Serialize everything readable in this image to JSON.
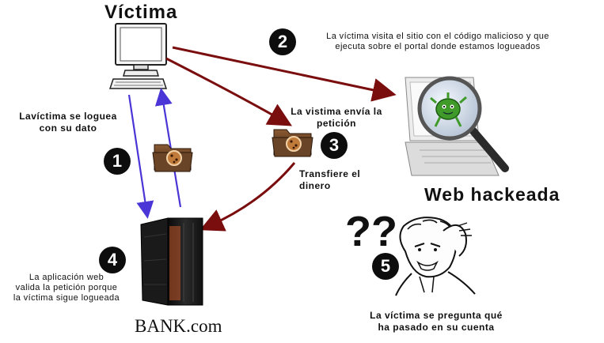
{
  "title": "Víctima",
  "web_title": "Web hackeada",
  "bank_title": "BANK.com",
  "steps": [
    {
      "number": "1",
      "text_lines": [
        "Lavíctima se loguea",
        "con su dato"
      ]
    },
    {
      "number": "2",
      "text_lines": [
        "La víctima visita el sitio con el código malicioso y que",
        "ejecuta sobre el portal donde estamos logueados"
      ]
    },
    {
      "number": "3",
      "text_lines": [
        "La vistima envía la",
        "petición"
      ],
      "sub_text_lines": [
        "Transfiere el",
        "dinero"
      ]
    },
    {
      "number": "4",
      "text_lines": [
        "La aplicación web",
        "valida la petición porque",
        "la víctima sigue logueada"
      ]
    },
    {
      "number": "5",
      "text_lines": [
        "La víctima se pregunta qué",
        "ha pasado en su cuenta"
      ]
    }
  ],
  "question_marks": "??",
  "colors": {
    "blue_arrow": "#4a35d6",
    "red_arrow": "#7a0d0d",
    "badge": "#0d0d0d"
  }
}
